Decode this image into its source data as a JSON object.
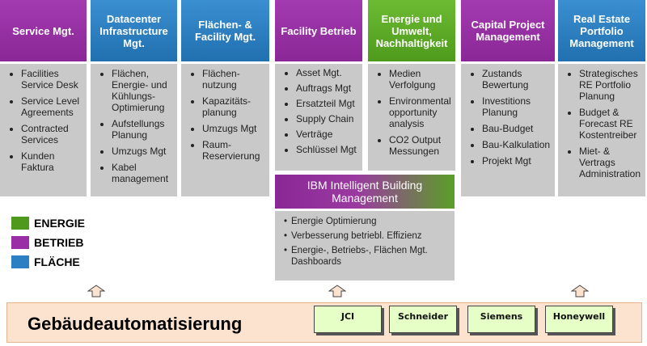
{
  "columns": [
    {
      "title": "Service Mgt.",
      "category": "betrieb",
      "items": [
        "Facilities Service Desk",
        "Service Level Agreements",
        "Contracted Services",
        "Kunden Faktura"
      ]
    },
    {
      "title": "Datacenter Infrastructure Mgt.",
      "category": "flaeche",
      "items": [
        "Flächen, Energie- und Kühlungs-Optimierung",
        "Aufstellungs Planung",
        "Umzugs Mgt",
        "Kabel management"
      ]
    },
    {
      "title": "Flächen- & Facility Mgt.",
      "category": "flaeche",
      "items": [
        "Flächen-nutzung",
        "Kapazitäts-planung",
        "Umzugs Mgt",
        "Raum-Reservierung"
      ]
    },
    {
      "title": "Facility Betrieb",
      "category": "betrieb",
      "items": [
        "Asset Mgt.",
        "Auftrags Mgt",
        "Ersatzteil Mgt",
        "Supply Chain",
        "Verträge",
        "Schlüssel Mgt"
      ]
    },
    {
      "title": "Energie und Umwelt, Nachhaltigkeit",
      "category": "energie",
      "items": [
        "Medien Verfolgung",
        "Environmental opportunity analysis",
        "CO2 Output Messungen"
      ]
    },
    {
      "title": "Capital Project Management",
      "category": "betrieb",
      "items": [
        "Zustands Bewertung",
        "Investitions Planung",
        "Bau-Budget",
        "Bau-Kalkulation",
        "Projekt Mgt"
      ]
    },
    {
      "title": "Real Estate Portfolio Management",
      "category": "flaeche",
      "items": [
        "Strategisches RE Portfolio Planung",
        "Budget & Forecast RE Kostentreiber",
        "Miet- & Vertrags Administration"
      ]
    }
  ],
  "ibm": {
    "title": "IBM Intelligent Building Management",
    "items": [
      "Energie Optimierung",
      "Verbesserung betriebl. Effizienz",
      "Energie-, Betriebs-, Flächen Mgt. Dashboards"
    ]
  },
  "legend": [
    {
      "label": "ENERGIE",
      "color": "#4f9a1c"
    },
    {
      "label": "BETRIEB",
      "color": "#9a2ea6"
    },
    {
      "label": "FLÄCHE",
      "color": "#2b7fc2"
    }
  ],
  "bottom": {
    "title": "Gebäudeautomatisierung",
    "vendors": [
      "JCI",
      "Schneider",
      "Siemens",
      "Honeywell"
    ]
  },
  "colors": {
    "betrieb": "#8a2796",
    "flaeche": "#2170b0",
    "energie": "#4f9a1c",
    "box": "#c9c9c9",
    "bar": "#fbe3cf",
    "vendor": "#e6ffc6"
  }
}
